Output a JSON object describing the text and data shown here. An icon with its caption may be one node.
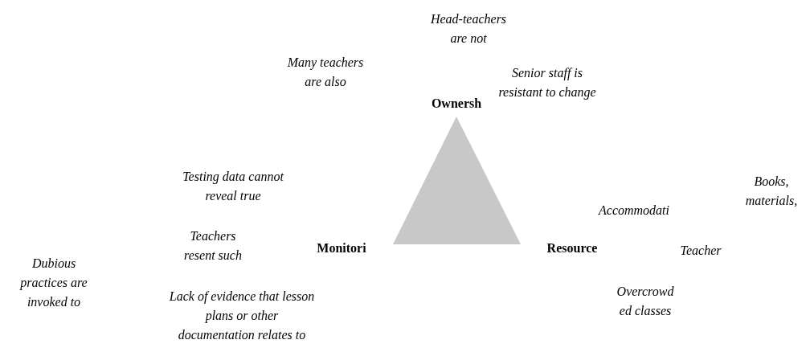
{
  "diagram": {
    "nodes": [
      {
        "text": [],
        "shape": "triangle"
      }
    ],
    "labels": [
      "Head-teachers are not",
      "Many teachers are also",
      "Senior staff is resistant to change",
      "Ownersh",
      "Testing data cannot reveal true",
      "Books, materials,",
      "Accommodati",
      "Teachers resent such",
      "Monitori",
      "Resource",
      "Teacher",
      "Dubious practices are invoked to",
      "Overcrowd ed classes",
      "Lack of evidence that lesson plans or other documentation relates to"
    ]
  }
}
